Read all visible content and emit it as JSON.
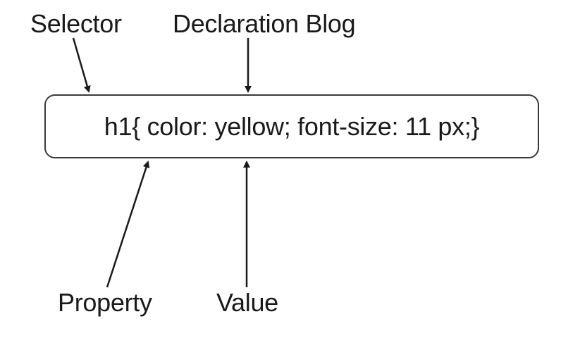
{
  "labels": {
    "selector": "Selector",
    "declaration_block": "Declaration Blog",
    "property": "Property",
    "value": "Value"
  },
  "code": {
    "text": "h1{ color: yellow; font-size: 11 px;}"
  },
  "colors": {
    "text": "#1a1a1a",
    "border": "#3a3a3a",
    "arrow": "#1a1a1a",
    "background": "#ffffff"
  }
}
